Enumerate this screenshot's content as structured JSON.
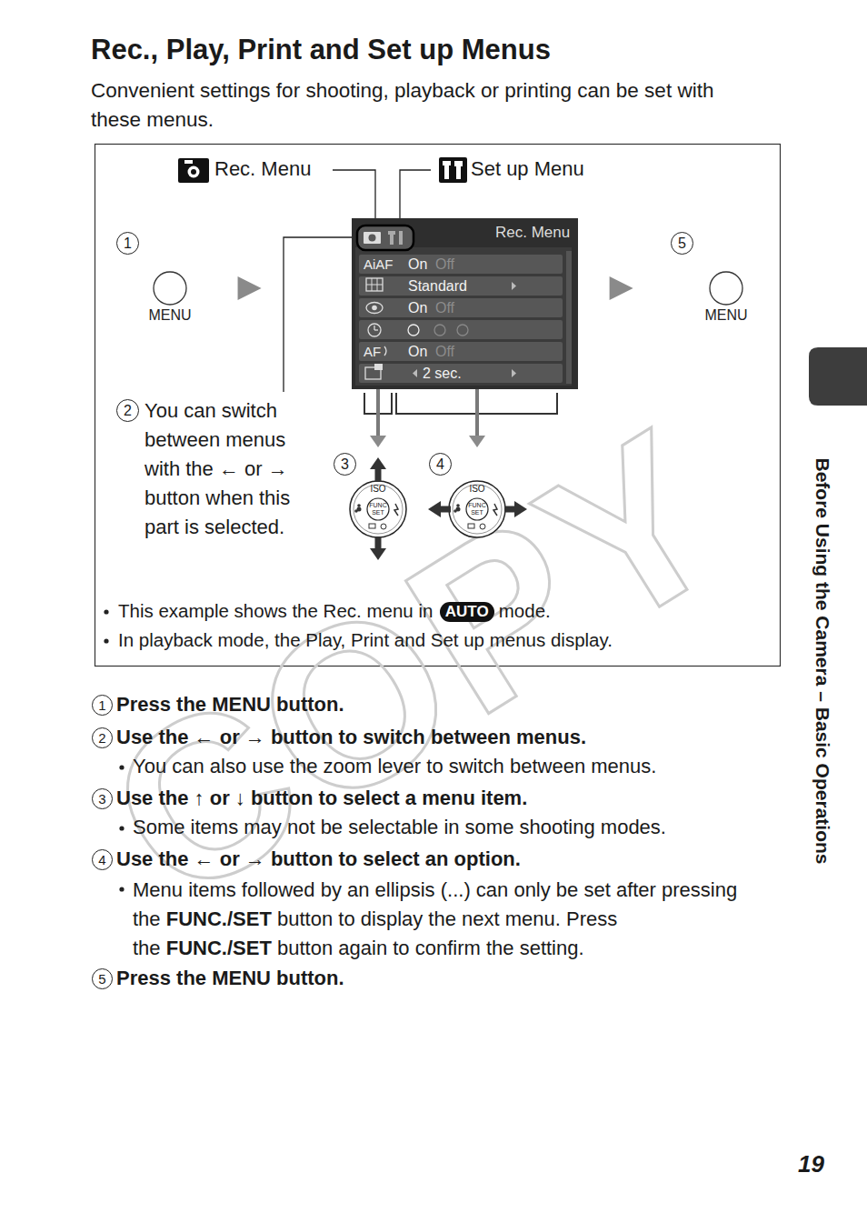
{
  "diagram": {
    "title": "Rec., Play, Print and Set up Menus",
    "nodes": [
      {
        "text": [
          "MENU"
        ]
      },
      {
        "text": [
          "Rec. Menu",
          "AiAF",
          "On",
          "Off",
          "Standard",
          "On",
          "Off",
          "AF",
          "On",
          "Off",
          "2 sec."
        ]
      },
      {
        "text": [
          "MENU"
        ]
      },
      {
        "text": [
          "ISO",
          "FUNC SET"
        ]
      },
      {
        "text": [
          "ISO",
          "FUNC SET"
        ]
      }
    ],
    "edges": [
      {
        "from": 0,
        "to": 1,
        "arrow": "to"
      },
      {
        "from": 1,
        "to": 2,
        "arrow": "to"
      },
      {
        "from": 1,
        "to": 3,
        "arrow": "to"
      },
      {
        "from": 1,
        "to": 4,
        "arrow": "to"
      }
    ],
    "labels": [
      "Convenient settings for shooting, playback or printing can be set with these menus.",
      "Rec. Menu",
      "Set up Menu",
      "1",
      "5",
      "2",
      "You can switch between menus with the ← or → button when this part is selected.",
      "3",
      "4",
      "This example shows the Rec. menu in",
      "AUTO",
      "mode.",
      "In playback mode, the Play, Print and Set up menus display.",
      "1",
      "Press the MENU button.",
      "2",
      "Use the ← or → button to switch between menus.",
      "You can also use the zoom lever to switch between menus.",
      "3",
      "Use the ↑ or ↓ button to select a menu item.",
      "Some items may not be selectable in some shooting modes.",
      "4",
      "Use the ← or → button to select an option.",
      "Menu items followed by an ellipsis (...) can only be set after pressing the",
      "FUNC./SET",
      "button to display the next menu. Press the",
      "FUNC./SET",
      "button again to confirm the setting.",
      "5",
      "Press the MENU button.",
      "Before Using the Camera – Basic Operations",
      "19",
      "COPY"
    ]
  }
}
